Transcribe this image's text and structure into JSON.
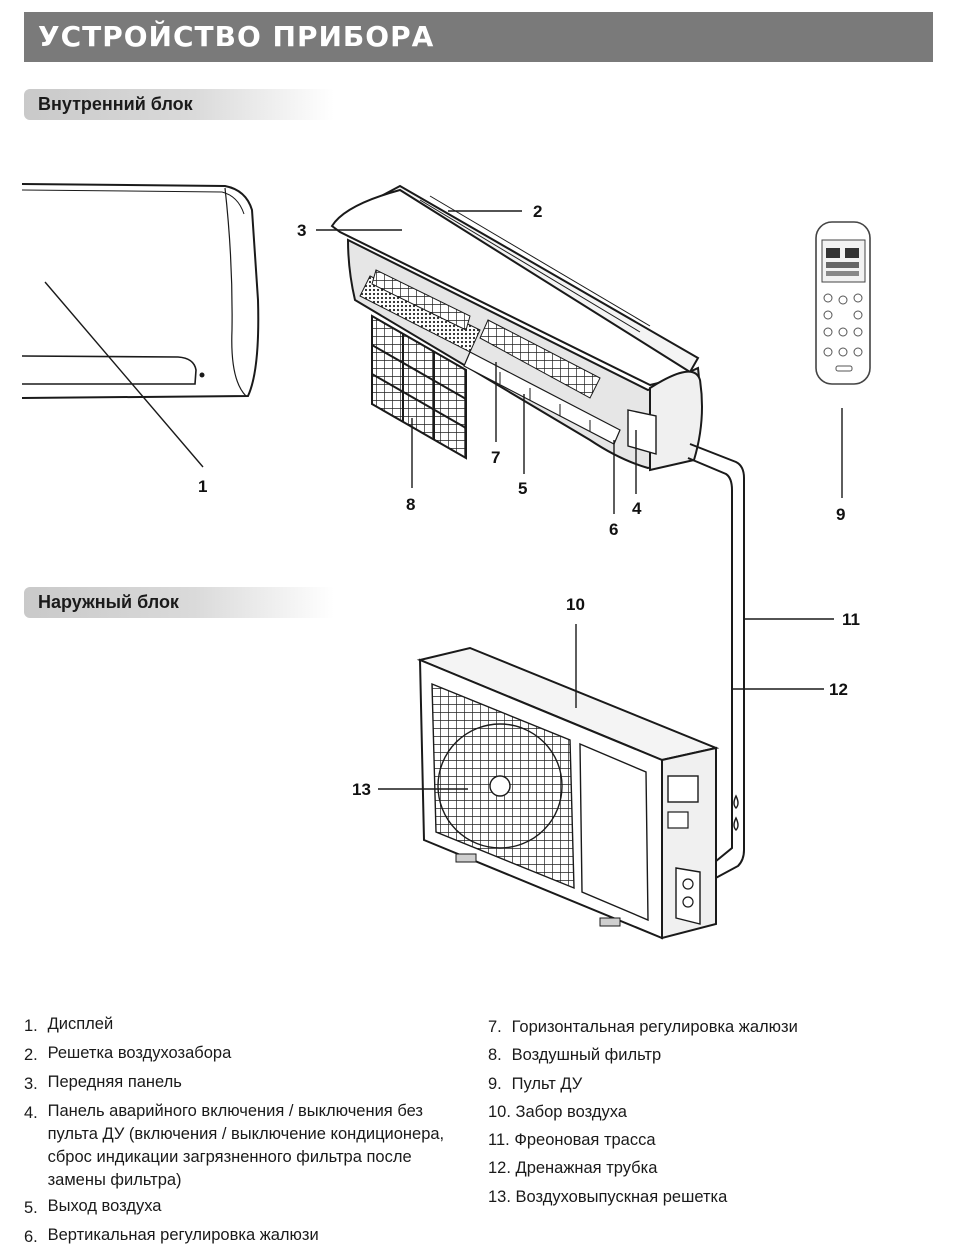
{
  "header": {
    "title": "УСТРОЙСТВО ПРИБОРА"
  },
  "sections": {
    "indoor": "Внутренний блок",
    "outdoor": "Наружный блок"
  },
  "callouts": [
    "1",
    "2",
    "3",
    "4",
    "5",
    "6",
    "7",
    "8",
    "9",
    "10",
    "11",
    "12",
    "13"
  ],
  "legend": [
    {
      "num": "1.",
      "text": "Дисплей"
    },
    {
      "num": "2.",
      "text": "Решетка воздухозабора"
    },
    {
      "num": "3.",
      "text": "Передняя панель"
    },
    {
      "num": "4.",
      "text": "Панель аварийного включения / выключения без пульта ДУ (включения / выключение кондиционера, сброс индикации загрязненного фильтра после замены фильтра)"
    },
    {
      "num": "5.",
      "text": "Выход воздуха"
    },
    {
      "num": "6.",
      "text": "Вертикальная регулировка жалюзи"
    },
    {
      "num": "7.",
      "text": "Горизонтальная регулировка жалюзи"
    },
    {
      "num": "8.",
      "text": "Воздушный фильтр"
    },
    {
      "num": "9.",
      "text": "Пульт ДУ"
    },
    {
      "num": "10.",
      "text": "Забор воздуха"
    },
    {
      "num": "11.",
      "text": "Фреоновая трасса"
    },
    {
      "num": "12.",
      "text": "Дренажная трубка"
    },
    {
      "num": "13.",
      "text": "Воздуховыпускная решетка"
    }
  ],
  "colors": {
    "title_bar": "#7a7a7a",
    "tab_gray": "#c9c9c9",
    "line": "#1a1a1a"
  }
}
